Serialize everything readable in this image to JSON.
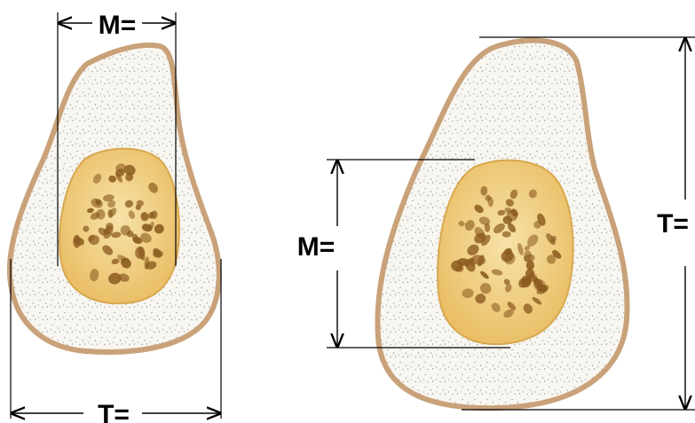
{
  "labels": {
    "left_width": "M=",
    "left_total": "T=",
    "right_height": "M=",
    "right_total": "T="
  },
  "colors": {
    "cortex_outline": "#c9a27a",
    "cortex_fill": "#f8f6f1",
    "stipple": "#8a8a8a",
    "marrow_fill": "#f2d28a",
    "marrow_pore": "#8a5a1e",
    "line": "#000000"
  },
  "icons": [
    "arrowhead-left-icon",
    "arrowhead-right-icon",
    "arrowhead-up-icon",
    "arrowhead-down-icon"
  ]
}
